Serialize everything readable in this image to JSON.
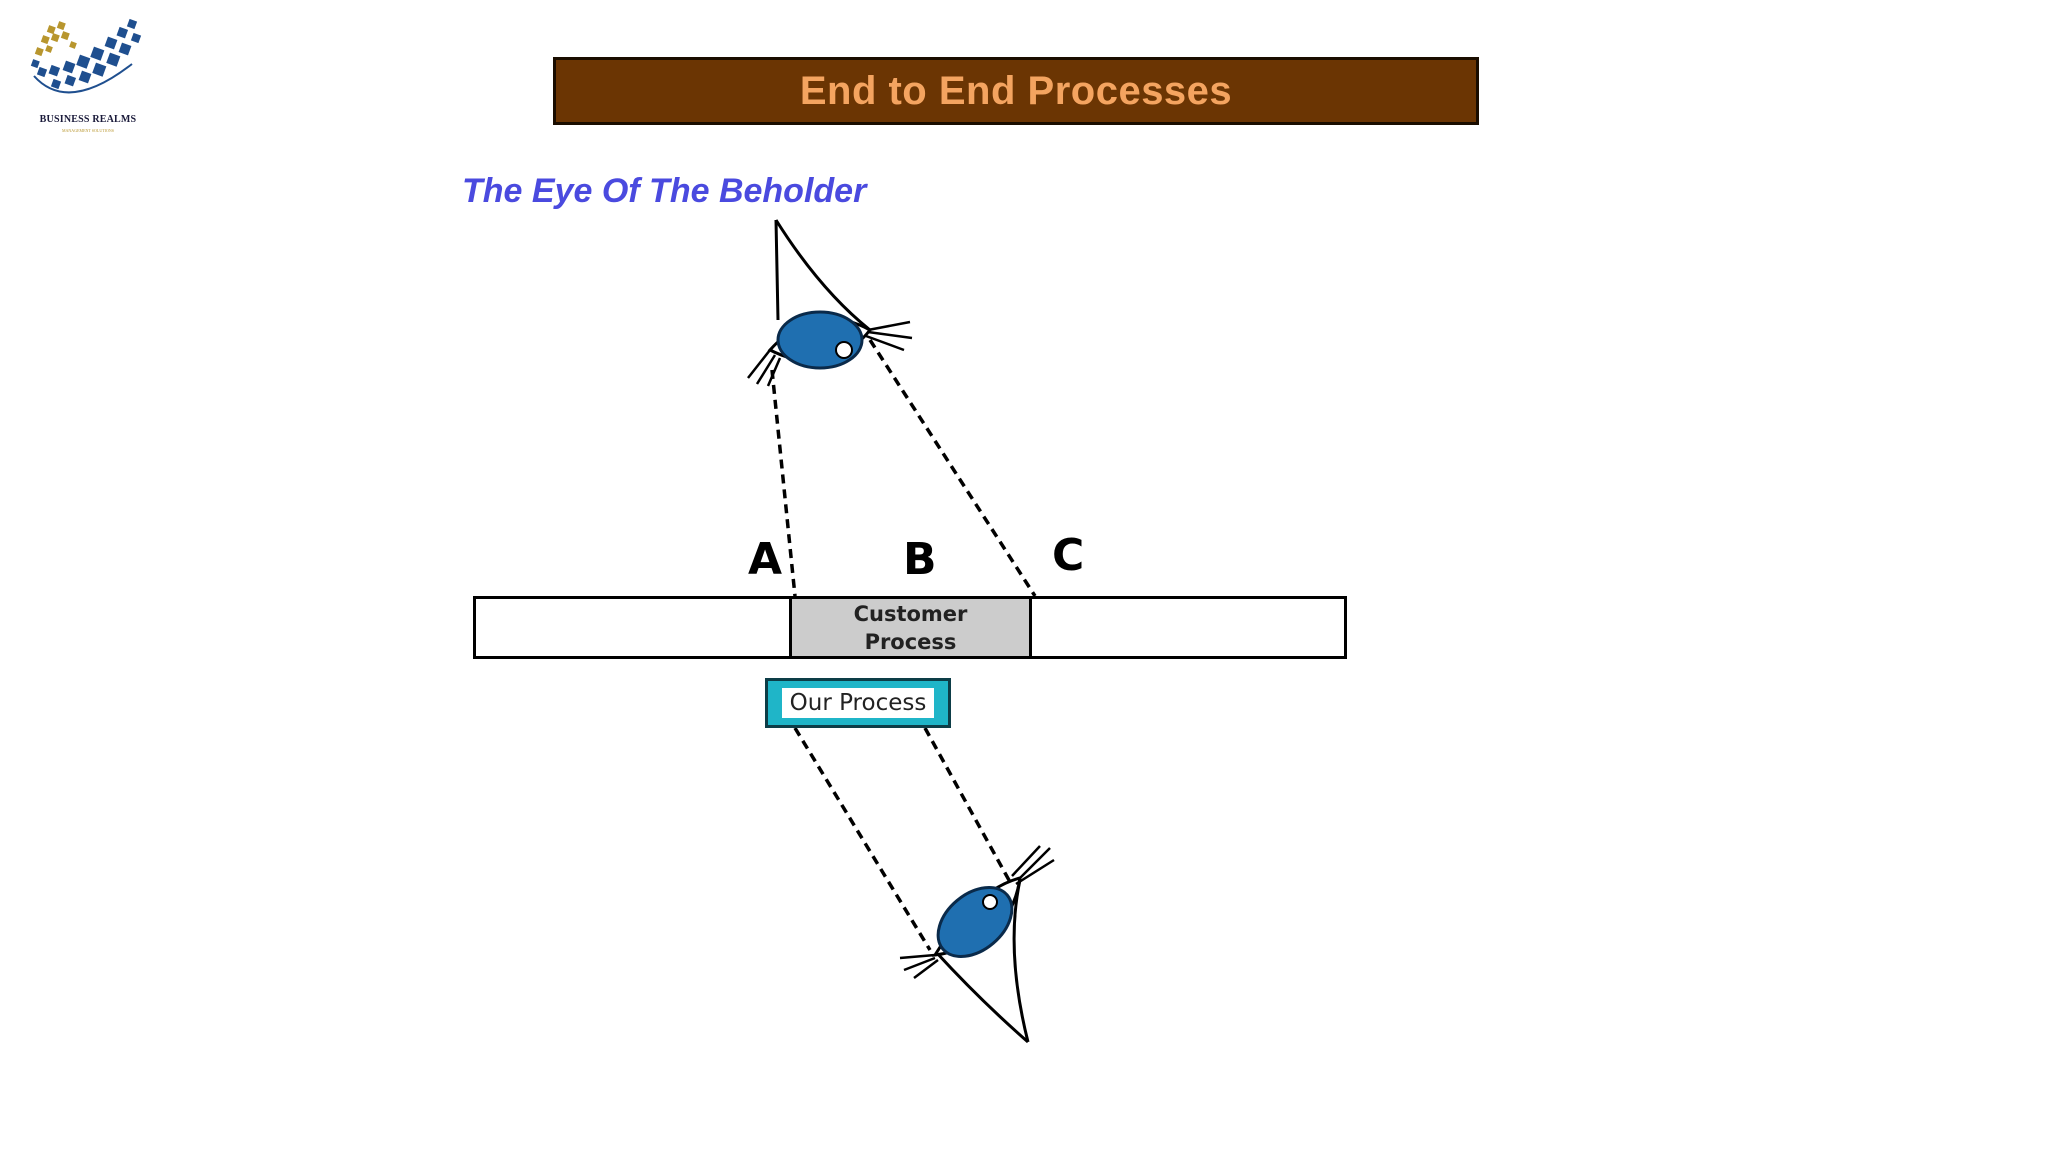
{
  "logo": {
    "company_name": "BUSINESS REALMS",
    "tagline": "MANAGEMENT SOLUTIONS"
  },
  "header": {
    "title": "End to End Processes"
  },
  "diagram": {
    "subtitle": "The Eye Of The Beholder",
    "markers": [
      "A",
      "B",
      "C"
    ],
    "customer_process_label": "Customer Process",
    "our_process_label": "Our Process",
    "colors": {
      "title_background": "#6b3503",
      "title_text": "#f4a460",
      "subtitle": "#4a4adf",
      "customer_segment": "#cccccc",
      "our_process_border": "#1fb5c8",
      "eye_iris": "#1f6fb0"
    },
    "icons": [
      "eye-top-icon",
      "eye-bottom-icon"
    ]
  }
}
